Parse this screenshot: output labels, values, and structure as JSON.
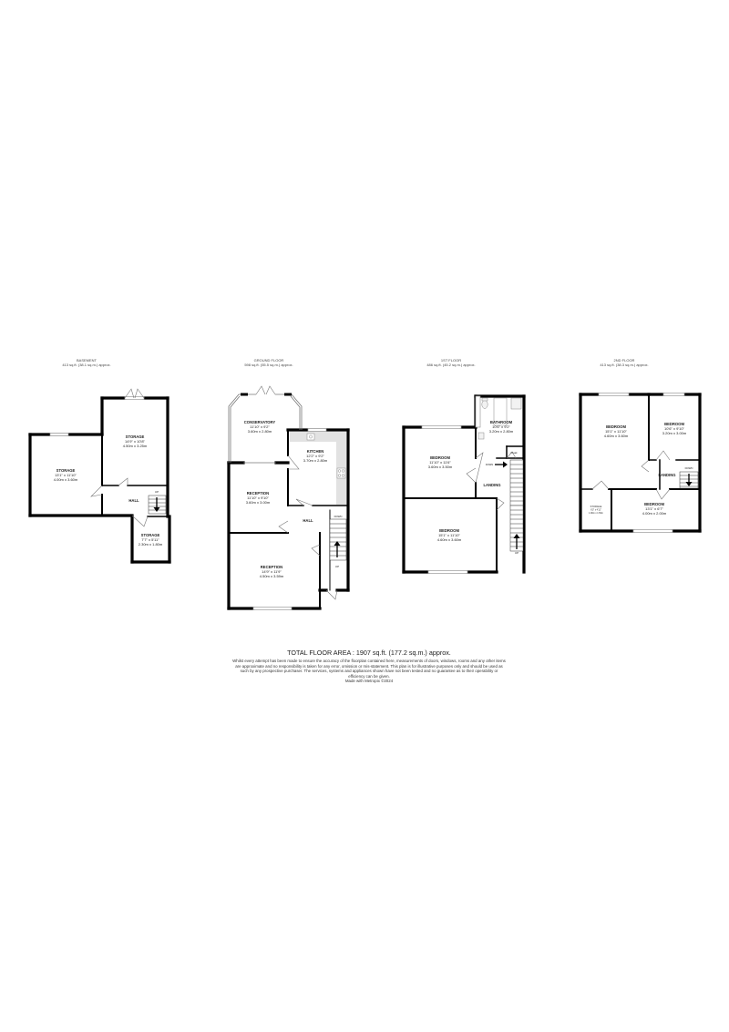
{
  "floors": [
    {
      "name": "BASEMENT",
      "area": "413 sq.ft. (38.1 sq.m.) approx.",
      "rooms": [
        {
          "name": "STORAGE",
          "imperial": "14'9\" x 10'8\"",
          "metric": "4.50m x 3.25m"
        },
        {
          "name": "STORAGE",
          "imperial": "13'1\" x 11'10\"",
          "metric": "4.00m x 3.60m"
        },
        {
          "name": "HALL",
          "imperial": "",
          "metric": ""
        },
        {
          "name": "STORAGE",
          "imperial": "7'7\" x 5'11\"",
          "metric": "2.30m x 1.80m"
        }
      ],
      "stairs_label": "UP"
    },
    {
      "name": "GROUND FLOOR",
      "area": "598 sq.ft. (55.5 sq.m.) approx.",
      "rooms": [
        {
          "name": "CONSERVATORY",
          "imperial": "11'10\" x 9'2\"",
          "metric": "3.60m x 2.80m"
        },
        {
          "name": "KITCHEN",
          "imperial": "12'2\" x 9'2\"",
          "metric": "3.70m x 2.80m"
        },
        {
          "name": "RECEPTION",
          "imperial": "11'10\" x 9'10\"",
          "metric": "3.60m x 3.00m"
        },
        {
          "name": "HALL",
          "imperial": "",
          "metric": ""
        },
        {
          "name": "RECEPTION",
          "imperial": "14'9\" x 11'9\"",
          "metric": "4.50m x 3.59m"
        }
      ],
      "stairs_label": "UP",
      "down_label": "DOWN"
    },
    {
      "name": "1ST FLOOR",
      "area": "486 sq.ft. (45.2 sq.m.) approx.",
      "rooms": [
        {
          "name": "BATHROOM",
          "imperial": "10'6\" x 9'2\"",
          "metric": "3.20m x 2.80m"
        },
        {
          "name": "BEDROOM",
          "imperial": "11'10\" x 11'6\"",
          "metric": "3.60m x 3.50m"
        },
        {
          "name": "LANDING",
          "imperial": "",
          "metric": ""
        },
        {
          "name": "BEDROOM",
          "imperial": "15'1\" x 11'10\"",
          "metric": "4.60m x 3.60m"
        }
      ],
      "stairs_label": "UP",
      "closet_label": "Cloak",
      "down_label": "DOWN"
    },
    {
      "name": "2ND FLOOR",
      "area": "413 sq.ft. (38.3 sq.m.) approx.",
      "rooms": [
        {
          "name": "BEDROOM",
          "imperial": "15'1\" x 11'10\"",
          "metric": "4.60m x 3.60m"
        },
        {
          "name": "BEDROOM",
          "imperial": "10'6\" x 9'10\"",
          "metric": "3.20m x 3.00m"
        },
        {
          "name": "LANDING",
          "imperial": "",
          "metric": ""
        },
        {
          "name": "BEDROOM",
          "imperial": "13'1\" x 6'7\"",
          "metric": "4.00m x 2.00m"
        },
        {
          "name": "STORAGE",
          "imperial": "6'3\" x 4'11\"",
          "metric": "1.90m x 1.50m"
        }
      ],
      "down_label": "DOWN"
    }
  ],
  "footer": {
    "total": "TOTAL FLOOR AREA : 1907 sq.ft. (177.2 sq.m.) approx.",
    "disclaimer": "Whilst every attempt has been made to ensure the accuracy of the floorplan contained here, measurements of doors, windows, rooms and any other items are approximate and no responsibility is taken for any error, omission or mis-statement. This plan is for illustrative purposes only and should be used as such by any prospective purchaser. The services, systems and appliances shown have not been tested and no guarantee as to their operability or efficiency can be given.",
    "credit": "Made with Metropix ©2024"
  }
}
